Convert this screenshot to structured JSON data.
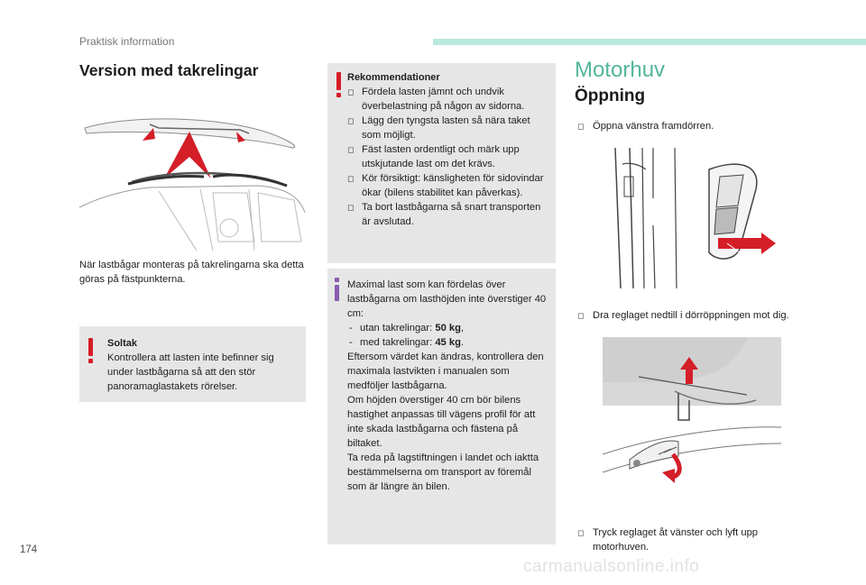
{
  "header": {
    "section": "Praktisk information"
  },
  "page_number": "174",
  "watermark": "carmanualsonline.info",
  "left": {
    "title": "Version med takrelingar",
    "caption": "När lastbågar monteras på takrelingarna ska detta göras på fästpunkterna.",
    "warning": {
      "title": "Soltak",
      "text": "Kontrollera att lasten inte befinner sig under lastbågarna så att den stör panoramaglastakets rörelser."
    }
  },
  "middle": {
    "recommendations": {
      "title": "Rekommendationer",
      "items": [
        "Fördela lasten jämnt och undvik överbelastning på någon av sidorna.",
        "Lägg den tyngsta lasten så nära taket som möjligt.",
        "Fäst lasten ordentligt och märk upp utskjutande last om det krävs.",
        "Kör försiktigt: känsligheten för sidovindar ökar (bilens stabilitet kan påverkas).",
        "Ta bort lastbågarna så snart transporten är avslutad."
      ]
    },
    "info": {
      "intro": "Maximal last som kan fördelas över lastbågarna om lasthöjden inte överstiger 40 cm:",
      "item1_label": "utan takrelingar: ",
      "item1_value": "50 kg",
      "item1_suffix": ",",
      "item2_label": "med takrelingar: ",
      "item2_value": "45 kg",
      "item2_suffix": ".",
      "p1": "Eftersom värdet kan ändras, kontrollera den maximala lastvikten i manualen som medföljer lastbågarna.",
      "p2": "Om höjden överstiger 40 cm bör bilens hastighet anpassas till vägens profil för att inte skada lastbågarna och fästena på biltaket.",
      "p3": "Ta reda på lagstiftningen i landet och iaktta bestämmelserna om transport av föremål som är längre än bilen."
    }
  },
  "right": {
    "title": "Motorhuv",
    "subtitle": "Öppning",
    "step1": "Öppna vänstra framdörren.",
    "step2": "Dra reglaget nedtill i dörröppningen mot dig.",
    "step3": "Tryck reglaget åt vänster och lyft upp motorhuven."
  },
  "colors": {
    "accent": "#53b69b",
    "header_bar": "#b9e8dc",
    "warning": "#d41e28",
    "info": "#8a5bb0",
    "box_bg": "#e6e6e6"
  }
}
